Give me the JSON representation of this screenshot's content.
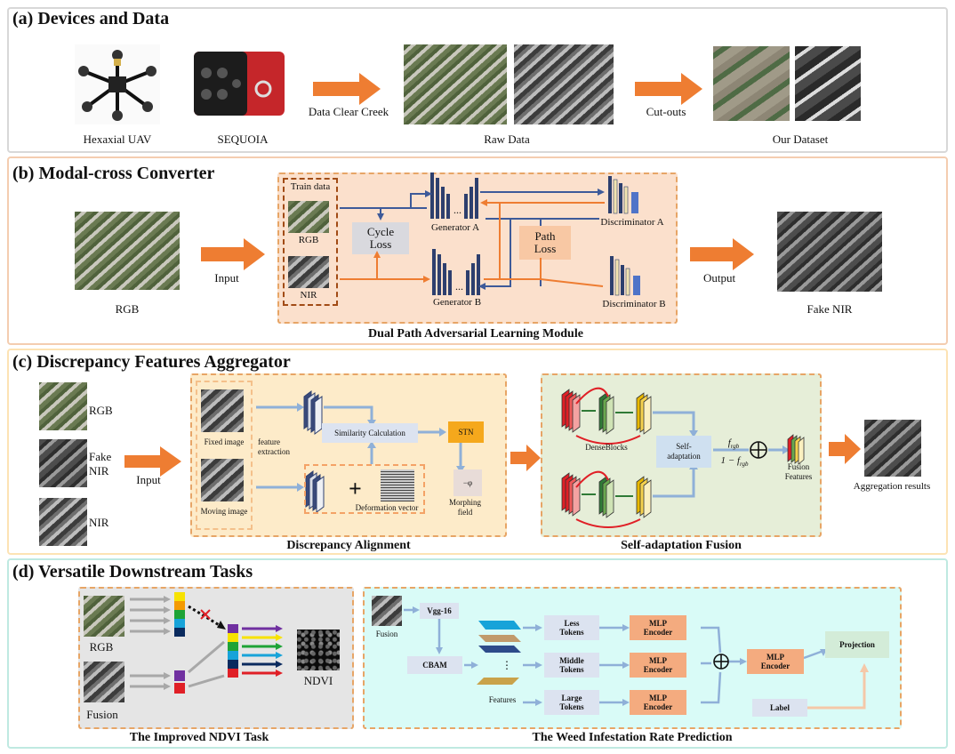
{
  "panel_a": {
    "title": "(a) Devices and Data",
    "uav_label": "Hexaxial UAV",
    "sensor_label": "SEQUOIA",
    "arrow1_label": "Data Clear Creek",
    "raw_label": "Raw Data",
    "arrow2_label": "Cut-outs",
    "dataset_label": "Our Dataset"
  },
  "panel_b": {
    "title": "(b) Modal-cross Converter",
    "rgb_label": "RGB",
    "input_label": "Input",
    "train_data": "Train data",
    "train_rgb": "RGB",
    "train_nir": "NIR",
    "cycle_loss": "Cycle Loss",
    "generator_a": "Generator A",
    "generator_b": "Generator B",
    "path_loss": "Path Loss",
    "discriminator_a": "Discriminator A",
    "discriminator_b": "Discriminator B",
    "module_caption": "Dual Path Adversarial Learning Module",
    "output_label": "Output",
    "fake_nir_label": "Fake NIR"
  },
  "panel_c": {
    "title": "(c) Discrepancy Features Aggregator",
    "rgb": "RGB",
    "fake_nir": "Fake NIR",
    "nir": "NIR",
    "input_label": "Input",
    "fixed_image": "Fixed image",
    "moving_image": "Moving image",
    "feature_extraction": "feature extraction",
    "similarity": "Similarity Calculation",
    "stn": "STN",
    "deformation": "Deformation vector",
    "morphing": "Morphing field",
    "phi": "−φ",
    "alignment_caption": "Discrepancy Alignment",
    "denseblocks": "DenseBlocks",
    "self_adaptation": "Self-adaptation",
    "f_top": "f",
    "f_top_sub": "rgb",
    "f_bottom": "1 − f",
    "f_bottom_sub": "rgb",
    "fusion_features": "Fusion Features",
    "fusion_caption": "Self-adaptation Fusion",
    "aggregation_label": "Aggregation results"
  },
  "panel_d": {
    "title": "(d) Versatile Downstream Tasks",
    "rgb": "RGB",
    "fusion": "Fusion",
    "ndvi": "NDVI",
    "ndvi_caption": "The Improved  NDVI Task",
    "fusion_small": "Fusion",
    "vgg": "Vgg-16",
    "cbam": "CBAM",
    "features": "Features",
    "less_tokens": "Less Tokens",
    "middle_tokens": "Middle Tokens",
    "large_tokens": "Large Tokens",
    "mlp_encoder": "MLP Encoder",
    "projection": "Projection",
    "label": "Label",
    "weed_caption": "The Weed Infestation Rate Prediction"
  },
  "colors": {
    "orange": "#ee7d32",
    "blue_line": "#3d5a99",
    "light_blue": "#8fb0d8",
    "mlp_fill": "#f4ab7f",
    "token_fill": "#dce3f0",
    "projection_fill": "#d3ecd8",
    "panel_b_bg": "#fbe3d2",
    "panel_c_bg": "#fdf0d9",
    "panel_c_green": "#e6eed8",
    "panel_d_gray": "#e5e5e5",
    "panel_d_cyan": "#d9fbf7"
  }
}
